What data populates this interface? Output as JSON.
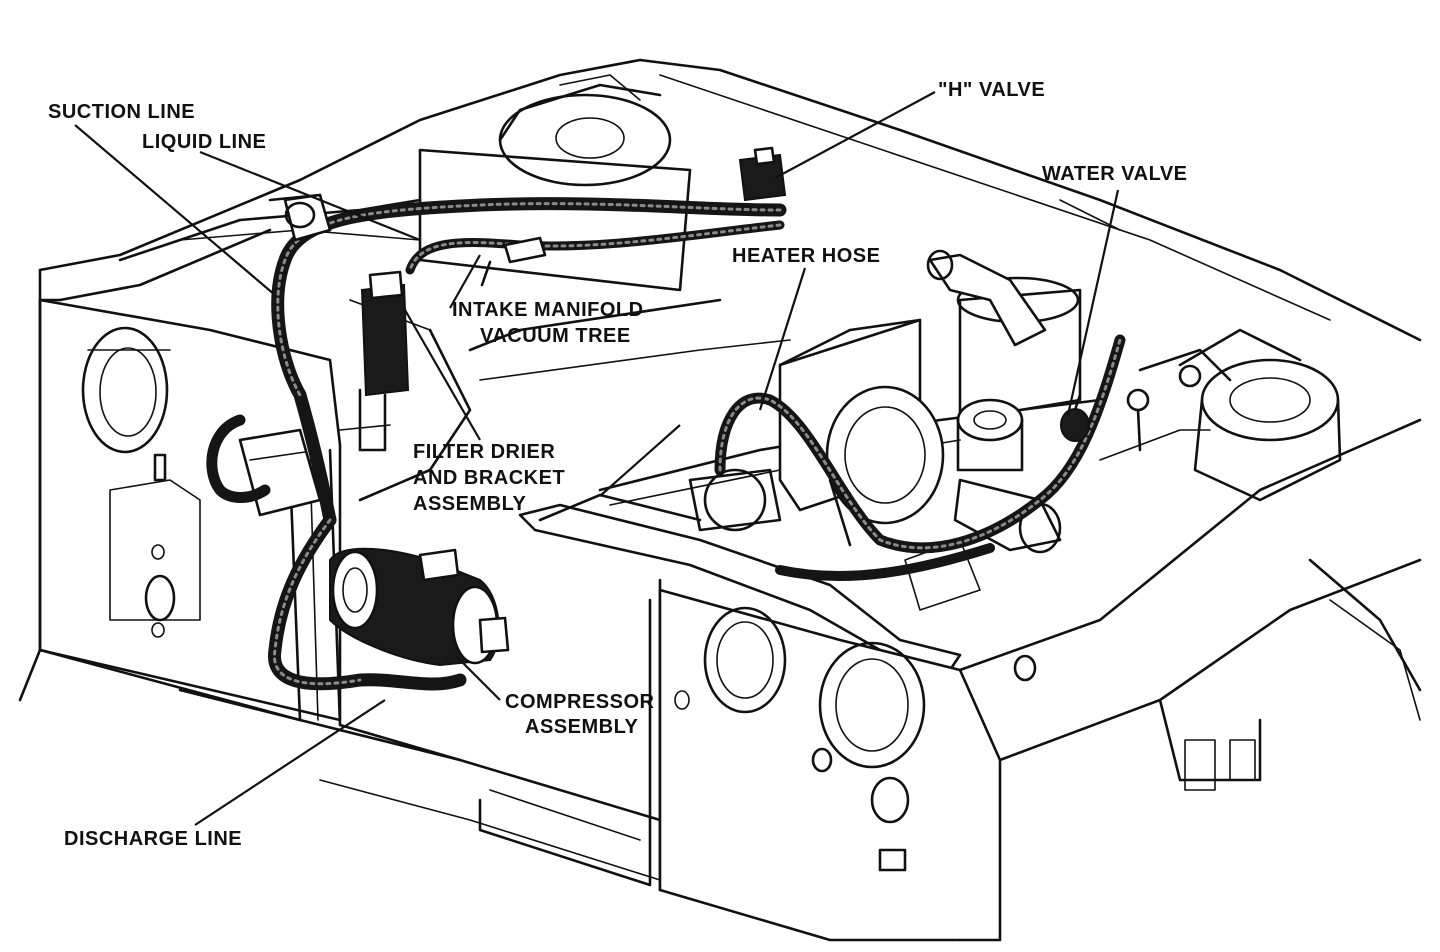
{
  "labels": {
    "suction_line": "SUCTION LINE",
    "liquid_line": "LIQUID LINE",
    "h_valve": "\"H\" VALVE",
    "water_valve": "WATER VALVE",
    "heater_hose": "HEATER HOSE",
    "intake_manifold_1": "INTAKE MANIFOLD",
    "intake_manifold_2": "VACUUM TREE",
    "filter_drier_1": "FILTER DRIER",
    "filter_drier_2": "AND BRACKET",
    "filter_drier_3": "ASSEMBLY",
    "compressor_1": "COMPRESSOR",
    "compressor_2": "ASSEMBLY",
    "discharge_line": "DISCHARGE LINE"
  },
  "colors": {
    "ink": "#111111",
    "paper": "#ffffff"
  }
}
